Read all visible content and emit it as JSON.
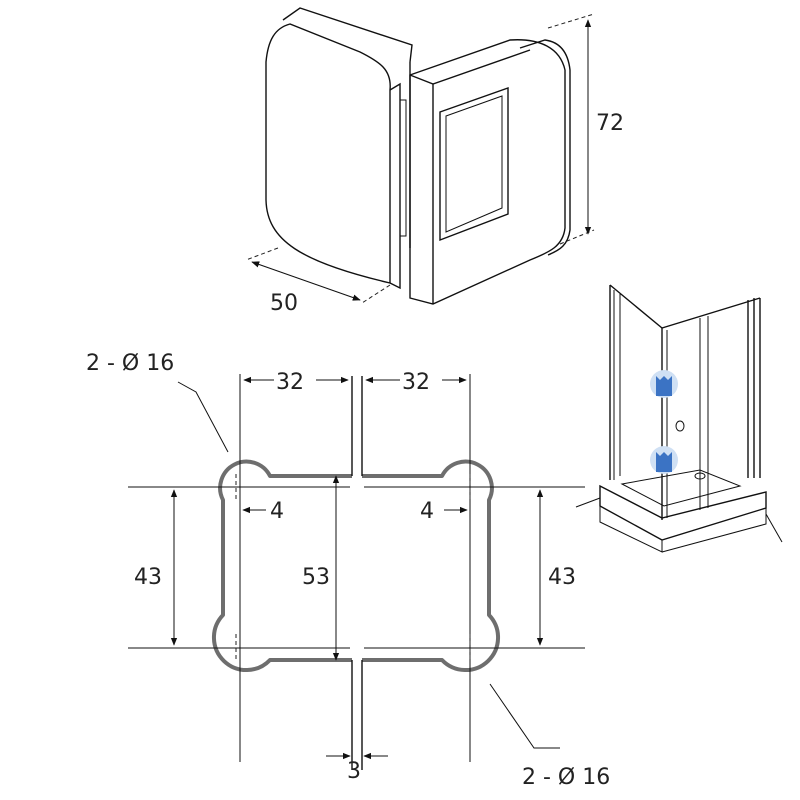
{
  "hinge_view": {
    "height_label": "72",
    "depth_label": "50"
  },
  "cutout_drawing": {
    "hole_note_top": "2 - Ø 16",
    "hole_note_bottom": "2 - Ø 16",
    "left_width": "32",
    "right_width": "32",
    "left_offset": "4",
    "right_offset": "4",
    "left_height": "43",
    "center_height": "53",
    "right_height": "43",
    "gap_width": "3"
  },
  "shower_view": {
    "accent_color": "#3b73c4"
  }
}
